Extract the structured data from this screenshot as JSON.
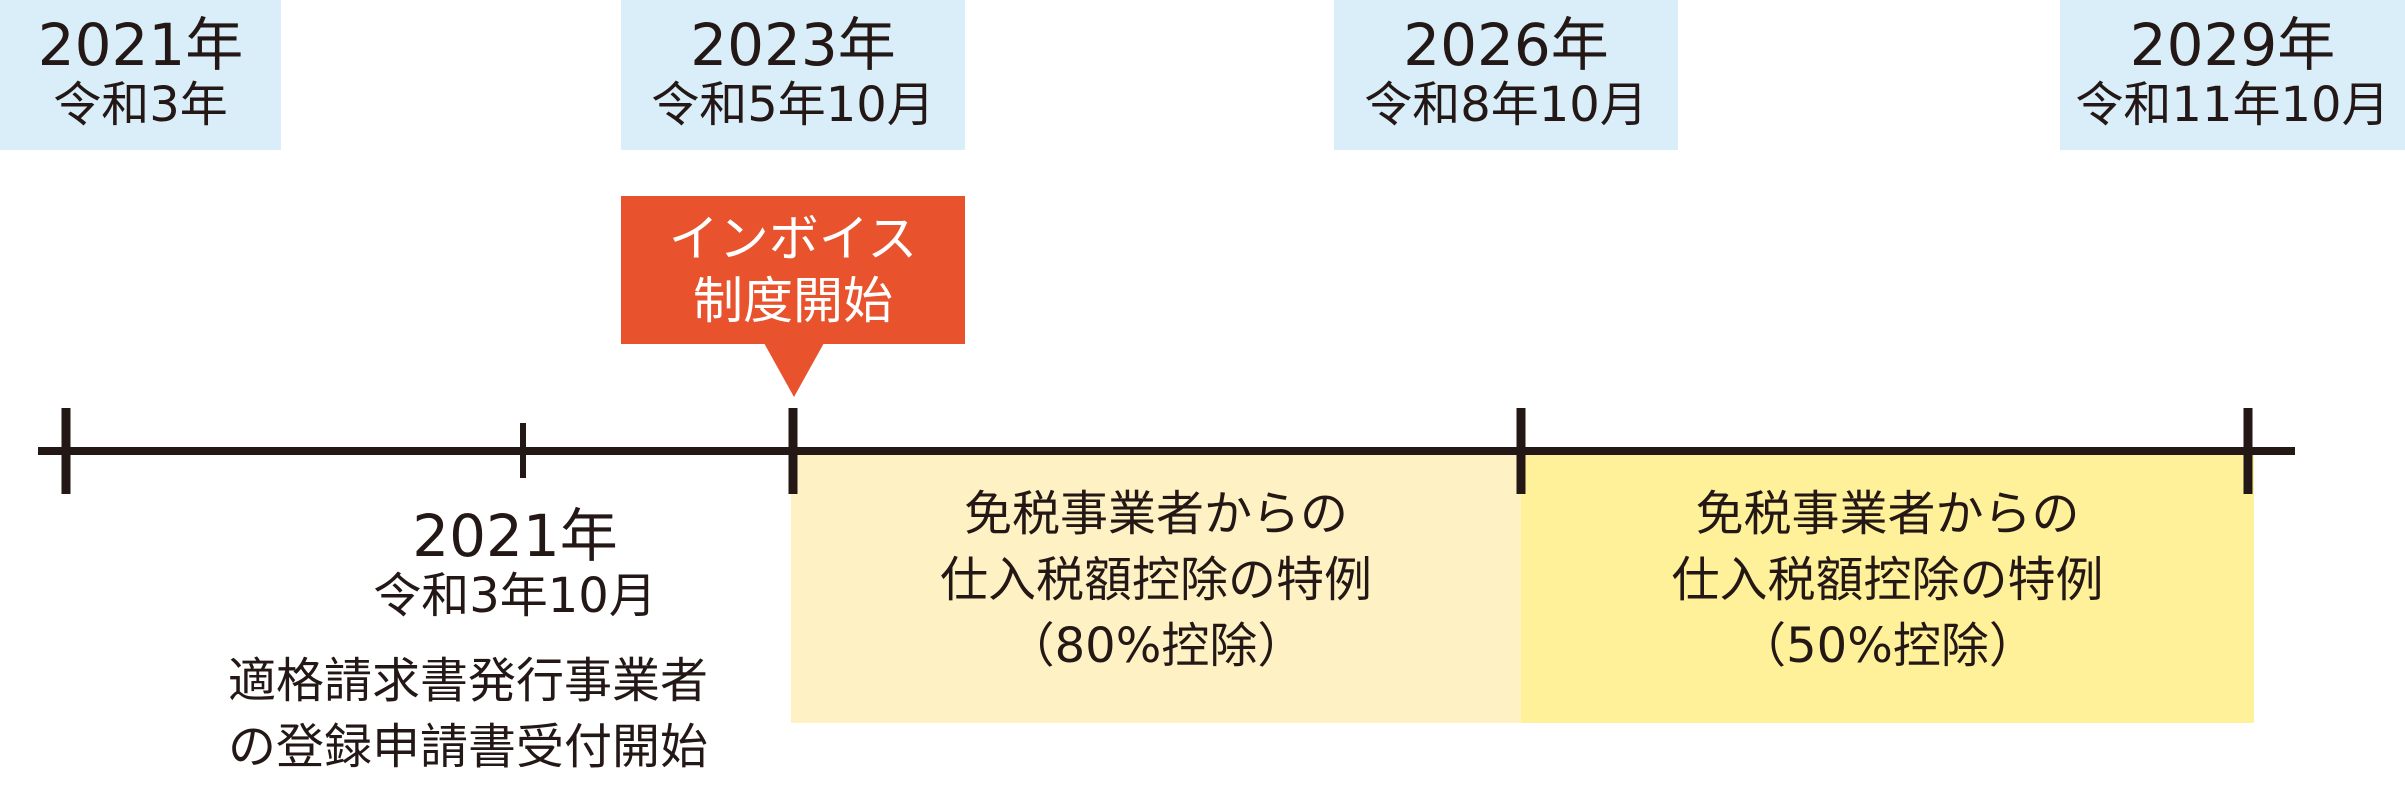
{
  "milestones": [
    {
      "year": "2021年",
      "era": "令和3年"
    },
    {
      "year": "2023年",
      "era": "令和5年10月"
    },
    {
      "year": "2026年",
      "era": "令和8年10月"
    },
    {
      "year": "2029年",
      "era": "令和11年10月"
    }
  ],
  "callout": {
    "line1": "インボイス",
    "line2": "制度開始",
    "color": "#e8532e"
  },
  "start_event": {
    "year": "2021年",
    "era": "令和3年10月",
    "desc_line1": "適格請求書発行事業者",
    "desc_line2": "の登録申請書受付開始"
  },
  "periods": [
    {
      "line1": "免税事業者からの",
      "line2": "仕入税額控除の特例",
      "line3": "（80%控除）",
      "color": "#fef2c4"
    },
    {
      "line1": "免税事業者からの",
      "line2": "仕入税額控除の特例",
      "line3": "（50%控除）",
      "color": "#fff09a"
    }
  ],
  "colors": {
    "year_box": "#d9eef9",
    "axis": "#231815"
  }
}
